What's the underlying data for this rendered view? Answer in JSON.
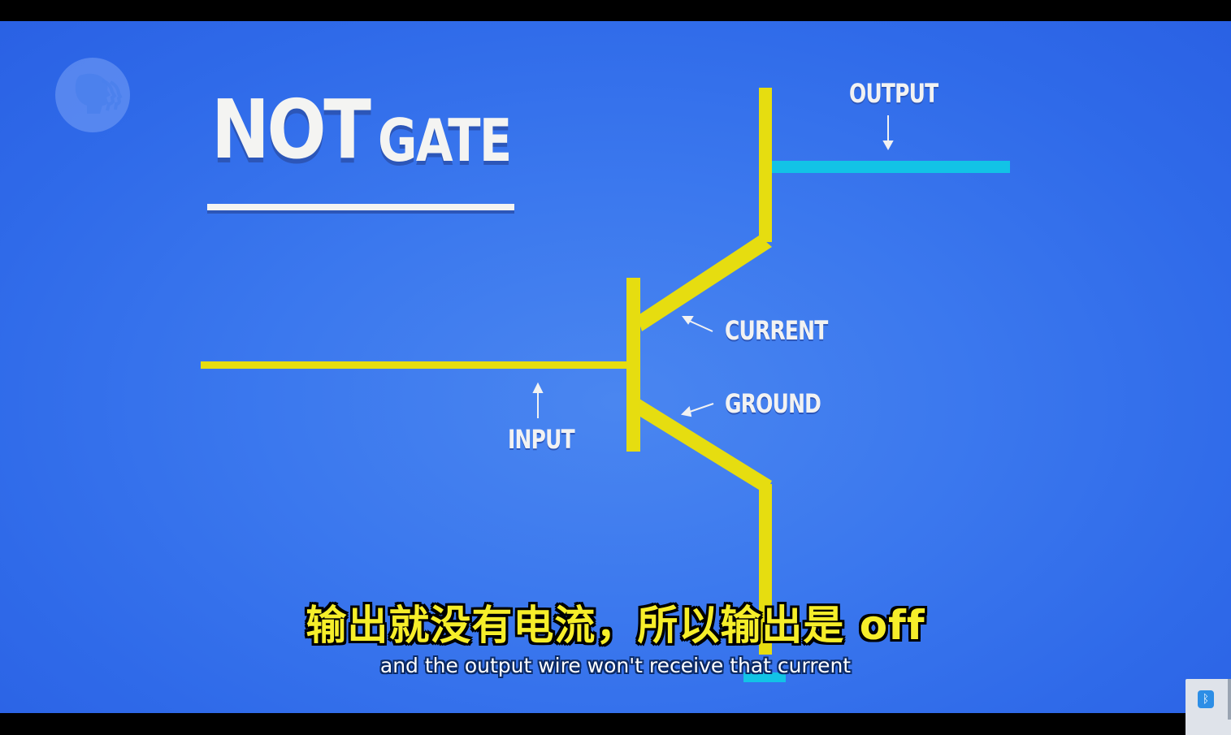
{
  "slide": {
    "title_main": "NOT",
    "title_sub": "GATE",
    "labels": {
      "output": "OUTPUT",
      "current": "CURRENT",
      "ground": "GROUND",
      "input": "INPUT"
    }
  },
  "subtitles": {
    "chinese": "输出就没有电流，所以输出是 off",
    "english": "and the output wire won't receive that current"
  },
  "colors": {
    "background": "#3b78ee",
    "wire": "#e6dd10",
    "output_wire": "#12c3e6",
    "subtitle_cn": "#f6ee2a"
  },
  "icons": {
    "logo": "pbs-heads-logo",
    "tray": "bluetooth-icon"
  }
}
